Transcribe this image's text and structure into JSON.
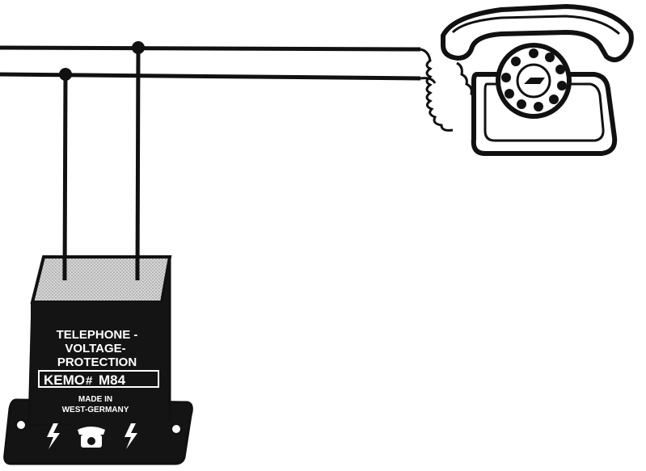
{
  "device": {
    "label_lines": [
      "TELEPHONE -",
      "VOLTAGE-",
      "PROTECTION"
    ],
    "brand": "KEMO",
    "model_separator": "#",
    "model": "M84",
    "made_in_lines": [
      "MADE IN",
      "WEST-GERMANY"
    ],
    "color_body": "#141414",
    "color_top": "#bdbdbd"
  },
  "line": {
    "color": "#111111"
  },
  "icons": {
    "surge_left": "lightning-bolt",
    "surge_right": "lightning-bolt",
    "phone_emblem": "rotary-telephone",
    "telephone": "rotary-telephone"
  }
}
